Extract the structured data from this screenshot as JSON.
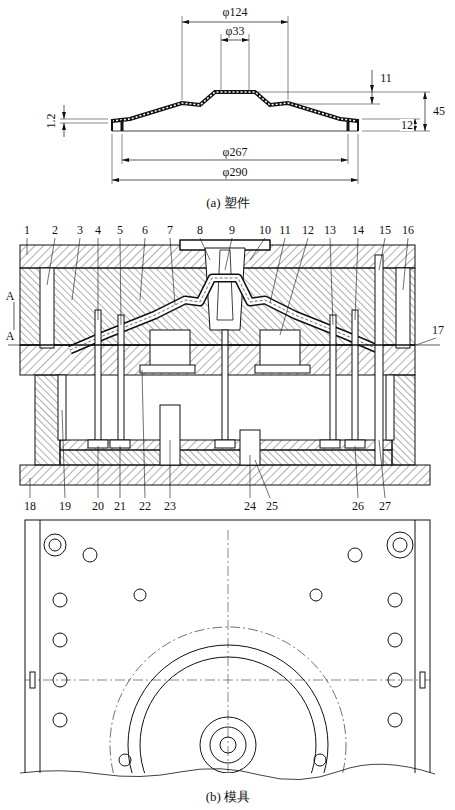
{
  "diagram": {
    "labels": [
      "φ124",
      "φ33",
      "1.2",
      "11",
      "45",
      "12",
      "φ267",
      "φ290",
      "(a) 塑件",
      "A",
      "A",
      "1",
      "2",
      "3",
      "4",
      "5",
      "6",
      "7",
      "8",
      "9",
      "10",
      "11",
      "12",
      "13",
      "14",
      "15",
      "16",
      "17",
      "18",
      "19",
      "20",
      "21",
      "22",
      "23",
      "24",
      "25",
      "26",
      "27",
      "(b) 模具"
    ]
  }
}
